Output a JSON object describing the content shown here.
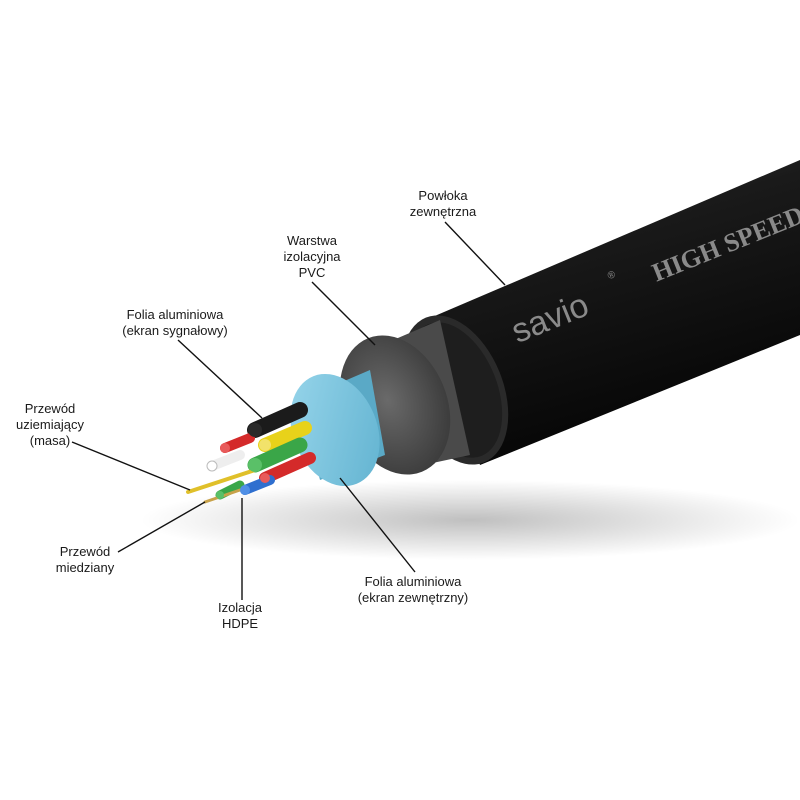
{
  "brand": {
    "logo_text": "savio",
    "registered_mark": "®",
    "cable_print": "HIGH SPEED"
  },
  "labels": {
    "outer_jacket": [
      "Powłoka",
      "zewnętrzna"
    ],
    "pvc_layer": [
      "Warstwa",
      "izolacyjna",
      "PVC"
    ],
    "signal_foil": [
      "Folia aluminiowa",
      "(ekran sygnałowy)"
    ],
    "ground_wire": [
      "Przewód",
      "uziemiający",
      "(masa)"
    ],
    "copper_wire": [
      "Przewód",
      "miedziany"
    ],
    "hdpe_insulation": [
      "Izolacja",
      "HDPE"
    ],
    "outer_foil": [
      "Folia aluminiowa",
      "(ekran zewnętrzny)"
    ]
  },
  "colors": {
    "jacket": "#151515",
    "pvc": "#555555",
    "foil_blue": "#7cc7e0",
    "wire_red": "#d42a2a",
    "wire_green": "#3aa648",
    "wire_yellow": "#e8d21a",
    "wire_white": "#eeeeee",
    "wire_black": "#1b1b1b",
    "wire_blue": "#2f6fcf",
    "copper": "#c8a24a"
  }
}
